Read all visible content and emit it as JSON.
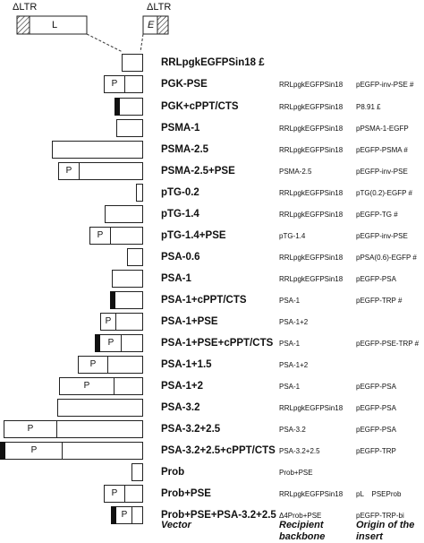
{
  "header": {
    "left_ltr": "ΔLTR",
    "right_ltr": "ΔLTR",
    "left_box": "L",
    "right_box": "E"
  },
  "rows": [
    {
      "vector": "RRLpgkEGFPSin18 £",
      "backbone": "",
      "origin": ""
    },
    {
      "vector": "PGK-PSE",
      "backbone": "RRLpgkEGFPSin18",
      "origin": "pEGFP-inv-PSE #",
      "p": "P"
    },
    {
      "vector": "PGK+cPPT/CTS",
      "backbone": "RRLpgkEGFPSin18",
      "origin": "P8.91 £"
    },
    {
      "vector": "PSMA-1",
      "backbone": "RRLpgkEGFPSin18",
      "origin": "pPSMA-1-EGFP"
    },
    {
      "vector": "PSMA-2.5",
      "backbone": "RRLpgkEGFPSin18",
      "origin": "pEGFP-PSMA #"
    },
    {
      "vector": "PSMA-2.5+PSE",
      "backbone": "PSMA-2.5",
      "origin": "pEGFP-inv-PSE",
      "p": "P"
    },
    {
      "vector": "pTG-0.2",
      "backbone": "RRLpgkEGFPSin18",
      "origin": "pTG(0.2)-EGFP #"
    },
    {
      "vector": "pTG-1.4",
      "backbone": "RRLpgkEGFPSin18",
      "origin": "pEGFP-TG #"
    },
    {
      "vector": "pTG-1.4+PSE",
      "backbone": "pTG-1.4",
      "origin": "pEGFP-inv-PSE",
      "p": "P"
    },
    {
      "vector": "PSA-0.6",
      "backbone": "RRLpgkEGFPSin18",
      "origin": "pPSA(0.6)-EGFP #"
    },
    {
      "vector": "PSA-1",
      "backbone": "RRLpgkEGFPSin18",
      "origin": "pEGFP-PSA"
    },
    {
      "vector": "PSA-1+cPPT/CTS",
      "backbone": "PSA-1",
      "origin": "pEGFP-TRP #"
    },
    {
      "vector": "PSA-1+PSE",
      "backbone": "PSA-1+2",
      "origin": "",
      "p": "P"
    },
    {
      "vector": "PSA-1+PSE+cPPT/CTS",
      "backbone": "PSA-1",
      "origin": "pEGFP-PSE-TRP #",
      "p": "P"
    },
    {
      "vector": "PSA-1+1.5",
      "backbone": "PSA-1+2",
      "origin": "",
      "p": "P"
    },
    {
      "vector": "PSA-1+2",
      "backbone": "PSA-1",
      "origin": "pEGFP-PSA",
      "p": "P"
    },
    {
      "vector": "PSA-3.2",
      "backbone": "RRLpgkEGFPSin18",
      "origin": "pEGFP-PSA"
    },
    {
      "vector": "PSA-3.2+2.5",
      "backbone": "PSA-3.2",
      "origin": "pEGFP-PSA",
      "p": "P"
    },
    {
      "vector": "PSA-3.2+2.5+cPPT/CTS",
      "backbone": "PSA-3.2+2.5",
      "origin": "pEGFP-TRP",
      "p": "P"
    },
    {
      "vector": "Prob",
      "backbone": "Prob+PSE",
      "origin": ""
    },
    {
      "vector": "Prob+PSE",
      "backbone": "RRLpgkEGFPSin18",
      "origin": "pL    PSEProb",
      "p": "P"
    },
    {
      "vector": "Prob+PSE+PSA-3.2+2.5",
      "backbone": "Δ4Prob+PSE",
      "origin": "pEGFP-TRP-bi",
      "p": "P"
    }
  ],
  "footer": {
    "vector": "Vector",
    "recipient": "Recipient\nbackbone",
    "origin": "Origin of the\ninsert"
  }
}
